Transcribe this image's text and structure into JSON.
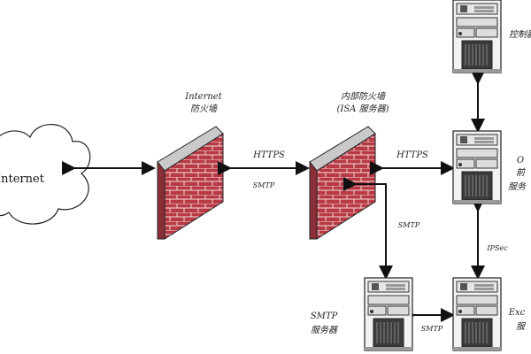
{
  "diagram": {
    "internet_cloud_label": "Internet",
    "outer_firewall": {
      "line1": "Internet",
      "line2": "防火墙"
    },
    "inner_firewall": {
      "line1": "内部防火墙",
      "line2": "(ISA 服务器)"
    },
    "link_https_outer": "HTTPS",
    "link_smtp_outer": "SMTP",
    "link_https_inner": "HTTPS",
    "link_smtp_vertical": "SMTP",
    "link_ipsec": "IPSec",
    "link_smtp_bottom": "SMTP",
    "server_top_label": {
      "line1": "控制器"
    },
    "server_mid_label": {
      "line1": "O",
      "line2": "前",
      "line3": "服务"
    },
    "server_bottom_left_label": {
      "line1": "SMTP",
      "line2": "服务器"
    },
    "server_bottom_right_label": {
      "line1": "Exc",
      "line2": "服"
    }
  }
}
